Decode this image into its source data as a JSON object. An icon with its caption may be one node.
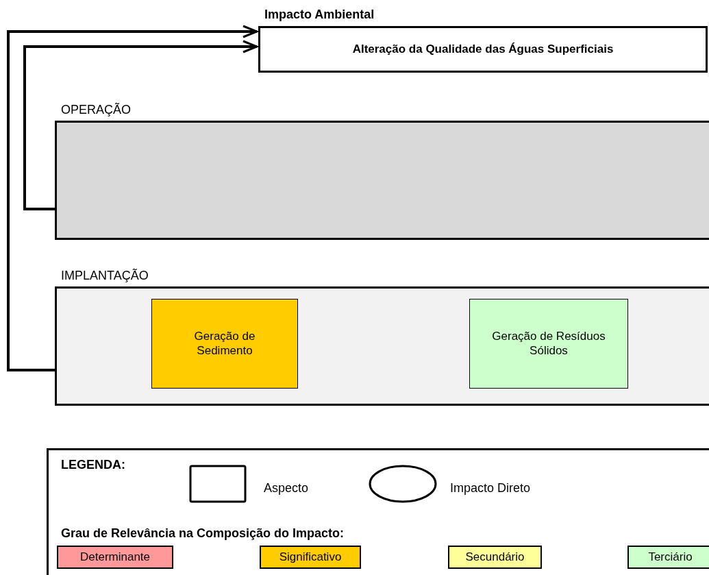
{
  "diagram": {
    "nodes": [
      {
        "text": [
          "Impacto Ambiental",
          "Alteração da Qualidade das Águas Superficiais"
        ]
      },
      {
        "text": [
          "OPERAÇÃO"
        ]
      },
      {
        "text": [
          "IMPLANTAÇÃO"
        ]
      },
      {
        "text": [
          "Geração de Sedimento"
        ],
        "in": 2
      },
      {
        "text": [
          "Geração de Resíduos Sólidos"
        ],
        "in": 2
      }
    ],
    "edges": [
      {
        "from": 1,
        "to": 0,
        "arrow": "to"
      },
      {
        "from": 2,
        "to": 0,
        "arrow": "to"
      }
    ],
    "labels": [
      "LEGENDA:",
      "Grau de Relevância na Composição do Impacto:"
    ],
    "legend": [
      {
        "text": "Aspecto"
      },
      {
        "text": "Impacto Direto"
      },
      {
        "text": "Determinante",
        "color": "#ff9999"
      },
      {
        "text": "Significativo",
        "color": "#ffcc00"
      },
      {
        "text": "Secundário",
        "color": "#ffff99"
      },
      {
        "text": "Terciário",
        "color": "#ccffcc"
      }
    ]
  }
}
